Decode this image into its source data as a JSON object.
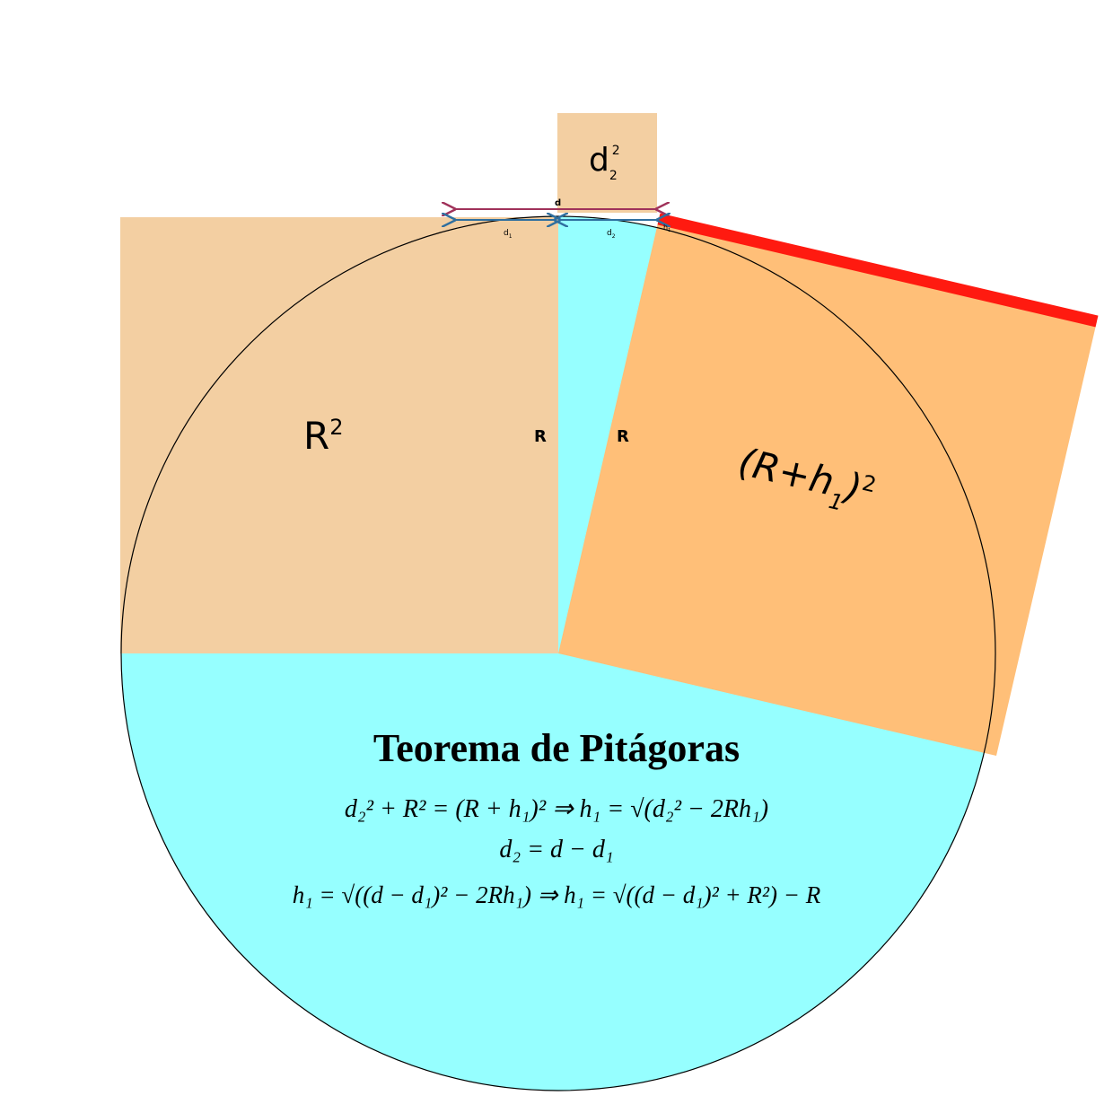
{
  "title": "Teorema de Pitágoras",
  "labels": {
    "r_squared_main": "R",
    "r_squared_exp": "2",
    "d2_squared_main": "d",
    "d2_squared_sub": "2",
    "d2_squared_exp": "2",
    "r_h1_main": "(R+h",
    "r_h1_sub": "1",
    "r_h1_close": ")",
    "r_h1_exp": "2",
    "radius_left": "R",
    "radius_right": "R",
    "dim_d": "d",
    "dim_d1_main": "d",
    "dim_d1_sub": "1",
    "dim_d2_main": "d",
    "dim_d2_sub": "2",
    "dim_h1_main": "h",
    "dim_h1_sub": "1"
  },
  "equations": {
    "eq1": "d₂² + R² = (R + h₁)² ⇒ h₁ = √(d₂² − 2Rh₁)",
    "eq2": "d₂ = d − d₁",
    "eq3": "h₁ = √((d − d₁)² − 2Rh₁) ⇒ h₁ = √((d − d₁)² + R²) − R"
  },
  "colors": {
    "circle_fill": "#96ffff",
    "square_light": "#f3cfa2",
    "square_orange": "#ffbf78",
    "highlight_red": "#ff1a10",
    "dim_d_color": "#a0325a",
    "dim_small_color": "#2f6f9f",
    "outline": "#000000"
  }
}
